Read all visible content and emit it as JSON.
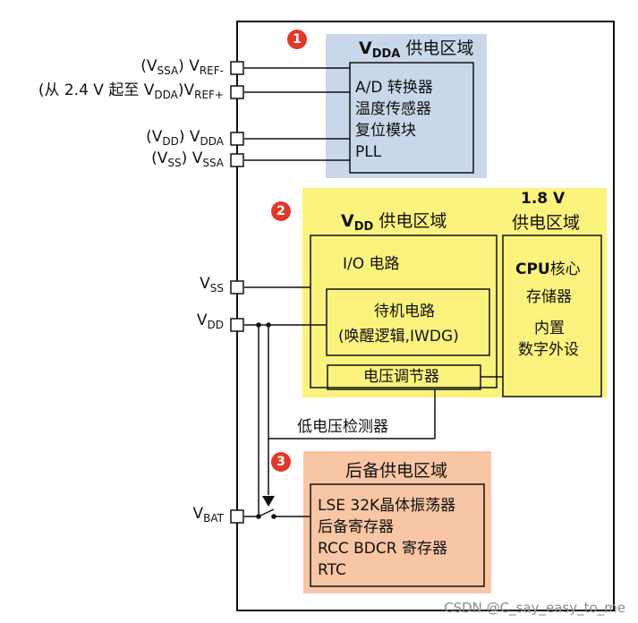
{
  "pins": {
    "vref_minus": {
      "prefix": "(V",
      "prefix_sub": "SSA",
      "mid": ") V",
      "sub": "REF-"
    },
    "vref_plus": {
      "prefix": "(从 2.4 V 起至 V",
      "prefix_sub": "DDA",
      "mid": ")V",
      "sub": "REF+"
    },
    "vdda": {
      "prefix": "(V",
      "prefix_sub": "DD",
      "mid": ")  V",
      "sub": "DDA"
    },
    "vssa": {
      "prefix": "(V",
      "prefix_sub": "SS",
      "mid": ")  V",
      "sub": "SSA"
    },
    "vss": {
      "main": "V",
      "sub": "SS"
    },
    "vdd": {
      "main": "V",
      "sub": "DD"
    },
    "vbat": {
      "main": "V",
      "sub": "BAT"
    }
  },
  "badges": {
    "one": "1",
    "two": "2",
    "three": "3"
  },
  "vdda_domain": {
    "title_main": "V",
    "title_sub": "DDA",
    "title_rest": " 供电区域",
    "items": [
      "A/D 转换器",
      "温度传感器",
      "复位模块",
      "PLL"
    ]
  },
  "vdd_domain": {
    "title_main": "V",
    "title_sub": "DD",
    "title_rest": " 供电区域",
    "io_label": "I/O 电路",
    "standby_line1": "待机电路",
    "standby_line2": "(唤醒逻辑,IWDG)",
    "regulator": "电压调节器"
  },
  "core_domain": {
    "title_line1": "1.8 V",
    "title_line2": "供电区域",
    "items_bold": "CPU",
    "item1_rest": "核心",
    "item2": "存储器",
    "item3": "内置",
    "item4": "数字外设"
  },
  "low_voltage_detector": "低电压检测器",
  "backup_domain": {
    "title": "后备供电区域",
    "items": [
      "LSE 32K晶体振荡器",
      "后备寄存器",
      "RCC BDCR 寄存器",
      "RTC"
    ]
  },
  "watermark": "CSDN @C_say_easy_to_me",
  "colors": {
    "vdda_bg": "#c9d7ea",
    "vdd_bg": "#fbf37d",
    "backup_bg": "#f8c6a4",
    "badge": "#e0392b",
    "line": "#111111"
  }
}
